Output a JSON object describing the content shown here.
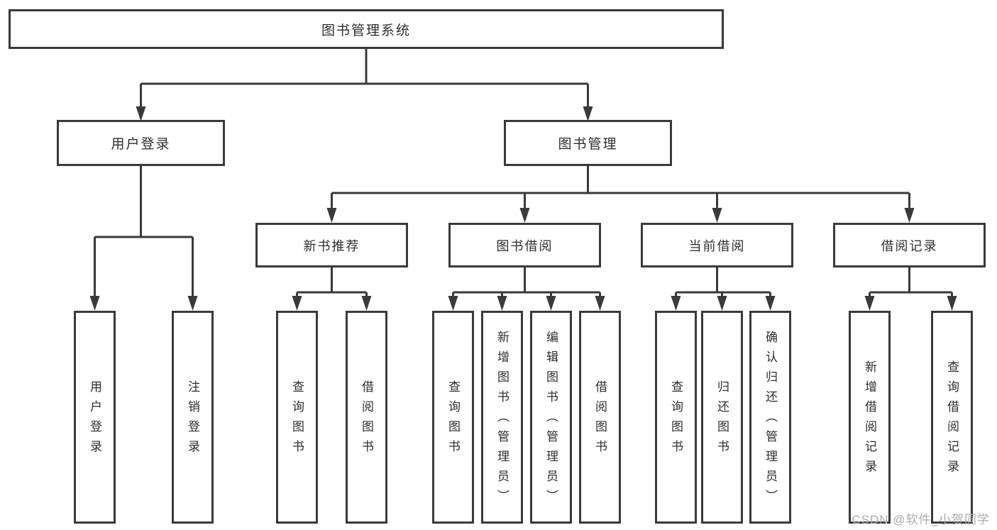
{
  "diagram": {
    "root": {
      "label": "图书管理系统"
    },
    "branches": [
      {
        "label": "用户登录",
        "children": [
          {
            "label": "用户登录"
          },
          {
            "label": "注销登录"
          }
        ]
      },
      {
        "label": "图书管理",
        "sections": [
          {
            "label": "新书推荐",
            "children": [
              {
                "label": "查询图书"
              },
              {
                "label": "借阅图书"
              }
            ]
          },
          {
            "label": "图书借阅",
            "children": [
              {
                "label": "查询图书"
              },
              {
                "label": "新增图书（管理员）"
              },
              {
                "label": "编辑图书（管理员）"
              },
              {
                "label": "借阅图书"
              }
            ]
          },
          {
            "label": "当前借阅",
            "children": [
              {
                "label": "查询图书"
              },
              {
                "label": "归还图书"
              },
              {
                "label": "确认归还（管理员）"
              }
            ]
          },
          {
            "label": "借阅记录",
            "children": [
              {
                "label": "新增借阅记录"
              },
              {
                "label": "查询借阅记录"
              }
            ]
          }
        ]
      }
    ]
  },
  "watermark": {
    "text": "CSDN @软件_小贺同学"
  },
  "colors": {
    "line": "#3a3a3a",
    "box_border": "#3a3a3a",
    "text": "#2e2e2e",
    "watermark": "#ababab",
    "background": "#ffffff"
  }
}
